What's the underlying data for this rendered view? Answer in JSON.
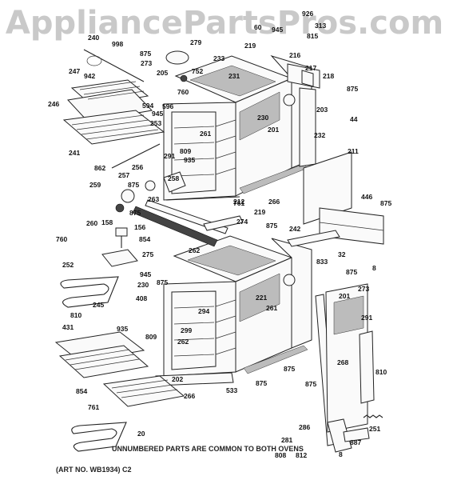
{
  "watermark": "AppliancePartsPros.com",
  "footer_note": "UNNUMBERED PARTS ARE COMMON TO BOTH OVENS",
  "art_no": "(ART NO. WB1934)  C2",
  "part_labels": [
    "926",
    "313",
    "60",
    "945",
    "815",
    "219",
    "240",
    "998",
    "875",
    "279",
    "273",
    "216",
    "217",
    "942",
    "233",
    "752",
    "231",
    "218",
    "875",
    "247",
    "205",
    "760",
    "246",
    "594",
    "945",
    "596",
    "230",
    "203",
    "44",
    "253",
    "261",
    "201",
    "232",
    "809",
    "241",
    "935",
    "211",
    "291",
    "862",
    "256",
    "257",
    "258",
    "875",
    "212",
    "266",
    "446",
    "875",
    "259",
    "263",
    "761",
    "219",
    "260",
    "875",
    "158",
    "156",
    "875",
    "274",
    "854",
    "242",
    "32",
    "760",
    "275",
    "262",
    "8",
    "252",
    "833",
    "875",
    "945",
    "875",
    "230",
    "221",
    "273",
    "408",
    "201",
    "261",
    "294",
    "810",
    "245",
    "291",
    "809",
    "299",
    "431",
    "935",
    "262",
    "875",
    "875",
    "268",
    "202",
    "533",
    "854",
    "266",
    "875",
    "810",
    "761",
    "286",
    "251",
    "20",
    "281",
    "887",
    "808",
    "812",
    "8"
  ]
}
